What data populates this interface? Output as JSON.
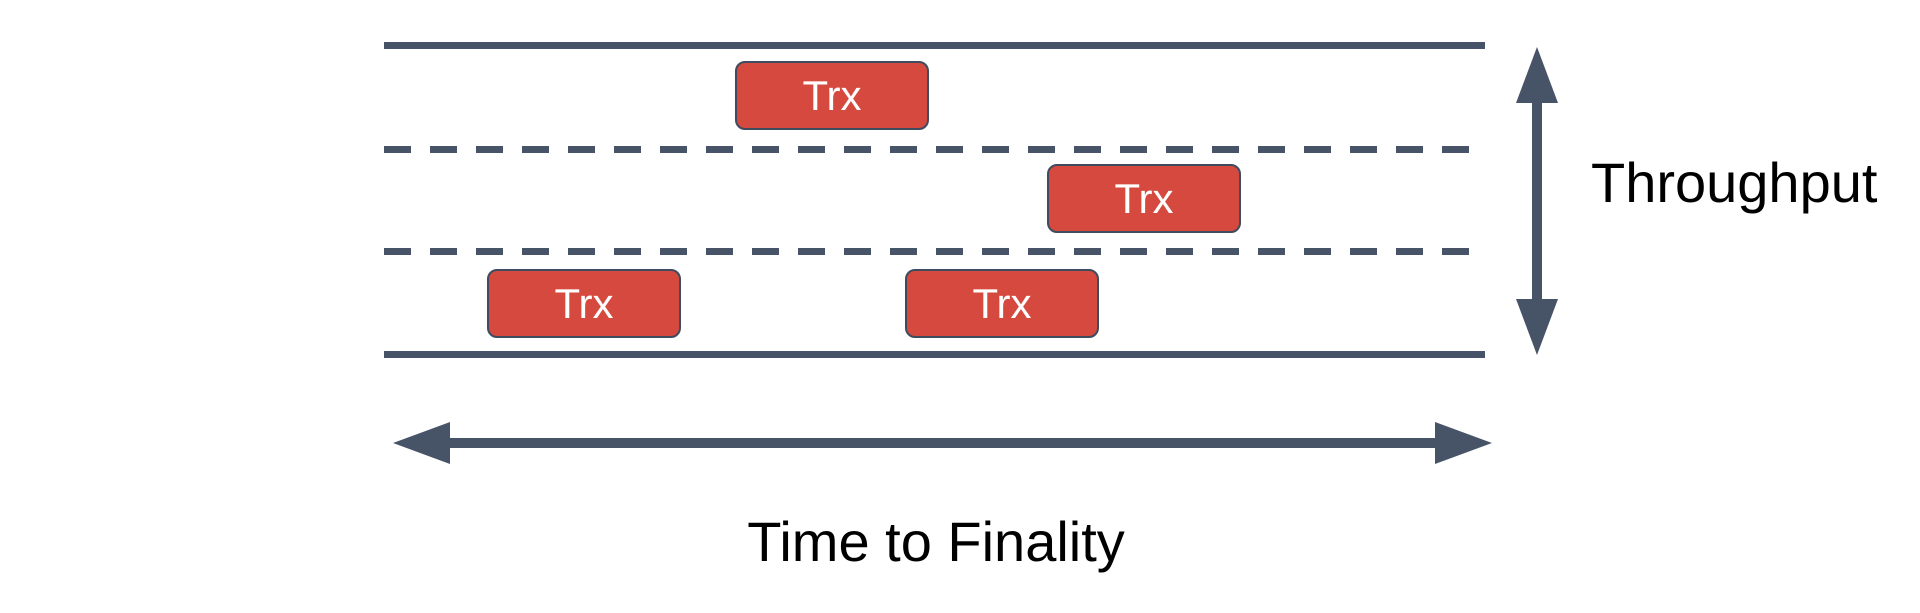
{
  "diagram": {
    "background_color": "#ffffff",
    "colors": {
      "lane_line": "#475467",
      "arrow": "#475467",
      "trx_fill": "#d6493e",
      "trx_border": "#3f4b5e",
      "trx_text": "#ffffff",
      "axis_label_text": "#000000"
    },
    "lanes": {
      "count": 3,
      "boundary_style": "solid",
      "separator_style": "dashed"
    },
    "trx_boxes": [
      {
        "label": "Trx",
        "lane": 1
      },
      {
        "label": "Trx",
        "lane": 2
      },
      {
        "label": "Trx",
        "lane": 3
      },
      {
        "label": "Trx",
        "lane": 3
      }
    ],
    "vertical_axis": {
      "label": "Throughput",
      "arrow_style": "double-headed"
    },
    "horizontal_axis": {
      "label": "Time to Finality",
      "arrow_style": "double-headed"
    }
  }
}
